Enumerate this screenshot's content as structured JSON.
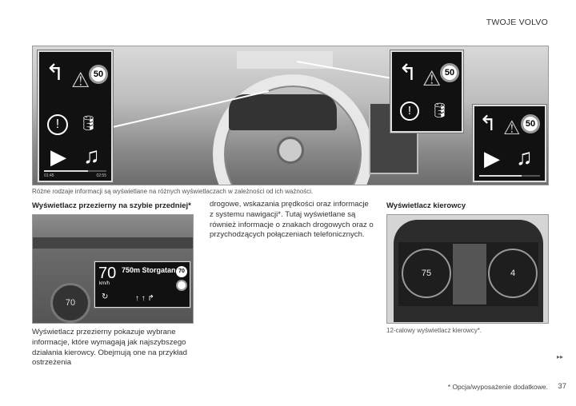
{
  "header": {
    "section": "TWOJE VOLVO"
  },
  "main_figure": {
    "caption": "Różne rodzaje informacji są wyświetlane na różnych wyświetlaczach w zależności od ich ważności.",
    "panels": [
      {
        "icons": [
          "turn-arrow-icon",
          "warning-triangle-icon",
          "speed-sign-icon",
          "brake-warning-icon",
          "oil-can-icon",
          "play-icon",
          "music-note-icon"
        ],
        "speed_limit": "50",
        "time_elapsed": "01:45",
        "time_total": "02:55",
        "progress": 0.7
      },
      {
        "icons": [
          "turn-arrow-icon",
          "warning-triangle-icon",
          "speed-sign-icon",
          "brake-warning-icon",
          "oil-can-icon"
        ],
        "speed_limit": "50"
      },
      {
        "icons": [
          "turn-arrow-icon",
          "warning-triangle-icon",
          "speed-sign-icon",
          "play-icon",
          "music-note-icon"
        ],
        "speed_limit": "50",
        "progress": 0.7
      }
    ]
  },
  "left": {
    "heading": "Wyświetlacz przezierny na szybie przedniej*",
    "hud": {
      "speed": "70",
      "unit": "km/h",
      "street": "750m Storgatan",
      "speed_limit": "70",
      "cluster_speed": "70"
    },
    "body": "Wyświetlacz przezierny pokazuje wybrane informacje, które wymagają jak najszybszego działania kierowcy. Obejmują one na przykład ostrzeżenia"
  },
  "middle": {
    "body": "drogowe, wskazania prędkości oraz informacje z systemu nawigacji*. Tutaj wyświetlane są również informacje o znakach drogowych oraz o przychodzących połączeniach telefonicznych."
  },
  "right": {
    "heading": "Wyświetlacz kierowcy",
    "cluster": {
      "left_value": "75",
      "right_value": "4"
    },
    "caption": "12-calowy wyświetlacz kierowcy*."
  },
  "footer": {
    "continue": "▸▸",
    "footnote": "* Opcja/wyposażenie dodatkowe.",
    "page_number": "37"
  }
}
